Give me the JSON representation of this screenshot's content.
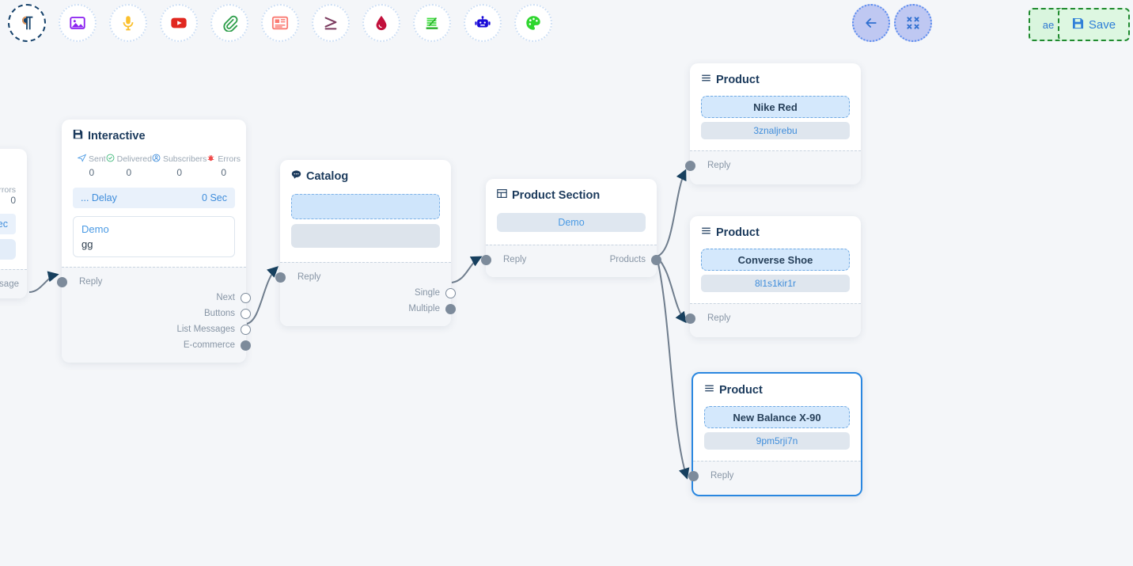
{
  "toolbar": {
    "items": [
      {
        "name": "pilcrow-icon",
        "label": "Text"
      },
      {
        "name": "image-icon",
        "label": "Image"
      },
      {
        "name": "microphone-icon",
        "label": "Audio"
      },
      {
        "name": "video-icon",
        "label": "Video"
      },
      {
        "name": "paperclip-icon",
        "label": "Attachment"
      },
      {
        "name": "card-icon",
        "label": "Card"
      },
      {
        "name": "condition-icon",
        "label": "Condition"
      },
      {
        "name": "drop-icon",
        "label": "Drop"
      },
      {
        "name": "list-icon",
        "label": "List"
      },
      {
        "name": "robot-icon",
        "label": "Bot"
      },
      {
        "name": "palette-icon",
        "label": "Template"
      }
    ],
    "back_label": "Back",
    "fit_label": "Fit view",
    "ghost_label": "ae",
    "save_label": "Save"
  },
  "nodes": {
    "clipped_left": {
      "errors_label": "Errors",
      "errors_value": "0",
      "sec_label": "Sec",
      "port_message": "essage"
    },
    "interactive": {
      "title": "Interactive",
      "icon": "floppy-icon",
      "stats": [
        {
          "label": "Sent",
          "value": "0",
          "icon": "send-icon"
        },
        {
          "label": "Delivered",
          "value": "0",
          "icon": "check-circle-icon"
        },
        {
          "label": "Subscribers",
          "value": "0",
          "icon": "user-circle-icon"
        },
        {
          "label": "Errors",
          "value": "0",
          "icon": "bug-icon"
        }
      ],
      "delay_label": "... Delay",
      "delay_value": "0 Sec",
      "message_title": "Demo",
      "message_text": "gg",
      "port_in": "Reply",
      "ports_out": [
        "Next",
        "Buttons",
        "List Messages",
        "E-commerce"
      ]
    },
    "catalog": {
      "title": "Catalog",
      "icon": "chat-bubble-icon",
      "port_in": "Reply",
      "ports_out": [
        "Single",
        "Multiple"
      ]
    },
    "product_section": {
      "title": "Product Section",
      "icon": "grid-icon",
      "item": "Demo",
      "port_in": "Reply",
      "port_out": "Products"
    },
    "products": [
      {
        "title": "Product",
        "icon": "list-lines-icon",
        "name": "Nike Red",
        "sku": "3znaljrebu",
        "port_in": "Reply",
        "selected": false
      },
      {
        "title": "Product",
        "icon": "list-lines-icon",
        "name": "Converse Shoe",
        "sku": "8l1s1kir1r",
        "port_in": "Reply",
        "selected": false
      },
      {
        "title": "Product",
        "icon": "list-lines-icon",
        "name": "New Balance X-90",
        "sku": "9pm5rji7n",
        "port_in": "Reply",
        "selected": true
      }
    ]
  },
  "colors": {
    "canvas": "#f4f6f9",
    "accent_blue": "#3f8ddb",
    "select_blue": "#2a87e0",
    "port_gray": "#7d8b9b",
    "save_green": "#ddf7e1"
  }
}
